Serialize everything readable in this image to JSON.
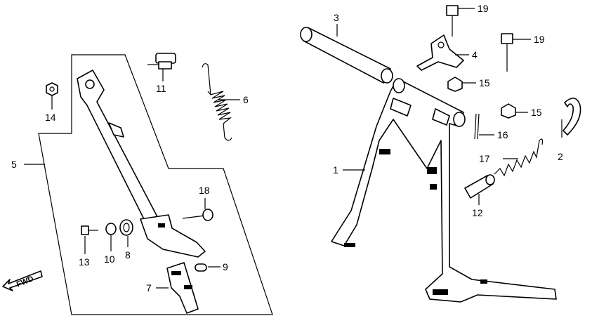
{
  "diagram": {
    "callouts": {
      "p1": "1",
      "p2": "2",
      "p3": "3",
      "p4": "4",
      "p5": "5",
      "p6": "6",
      "p7": "7",
      "p8": "8",
      "p9": "9",
      "p10": "10",
      "p11": "11",
      "p12": "12",
      "p13": "13",
      "p14": "14",
      "p15a": "15",
      "p15b": "15",
      "p16": "16",
      "p17": "17",
      "p18": "18",
      "p19a": "19",
      "p19b": "19"
    },
    "fwd_label": "FWD"
  }
}
